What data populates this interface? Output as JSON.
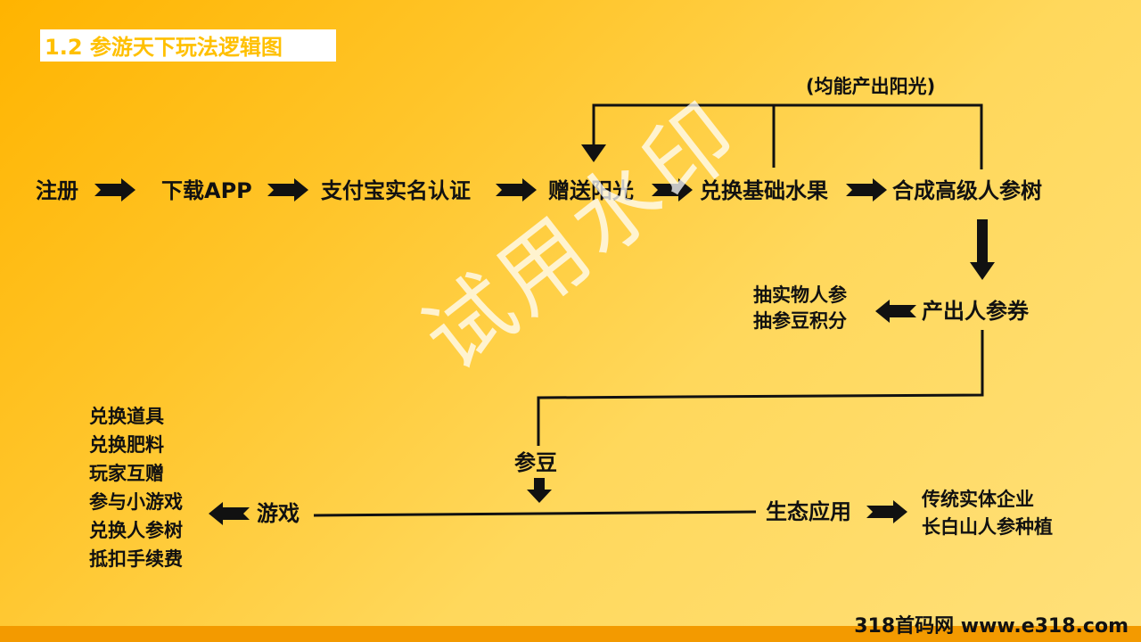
{
  "title": "1.2 参游天下玩法逻辑图",
  "top_note": "(均能产出阳光)",
  "flow": {
    "register": "注册",
    "download": "下载APP",
    "verify": "支付宝实名认证",
    "gift_sun": "赠送阳光",
    "exchange_fruit": "兑换基础水果",
    "synth_tree": "合成高级人参树",
    "produce_voucher": "产出人参券",
    "draw_line1": "抽实物人参",
    "draw_line2": "抽参豆积分",
    "beans": "参豆",
    "game": "游戏",
    "eco": "生态应用"
  },
  "game_items": [
    "兑换道具",
    "兑换肥料",
    "玩家互赠",
    "参与小游戏",
    "兑换人参树",
    "抵扣手续费"
  ],
  "eco_items": [
    "传统实体企业",
    "长白山人参种植"
  ],
  "watermark": "试用水印",
  "footer": "318首码网 www.e318.com",
  "colors": {
    "bg_start": "#FFB400",
    "bg_end": "#FFE07A",
    "title_text": "#FFC000",
    "footer_bar": "#F39A00",
    "ink": "#111111"
  }
}
